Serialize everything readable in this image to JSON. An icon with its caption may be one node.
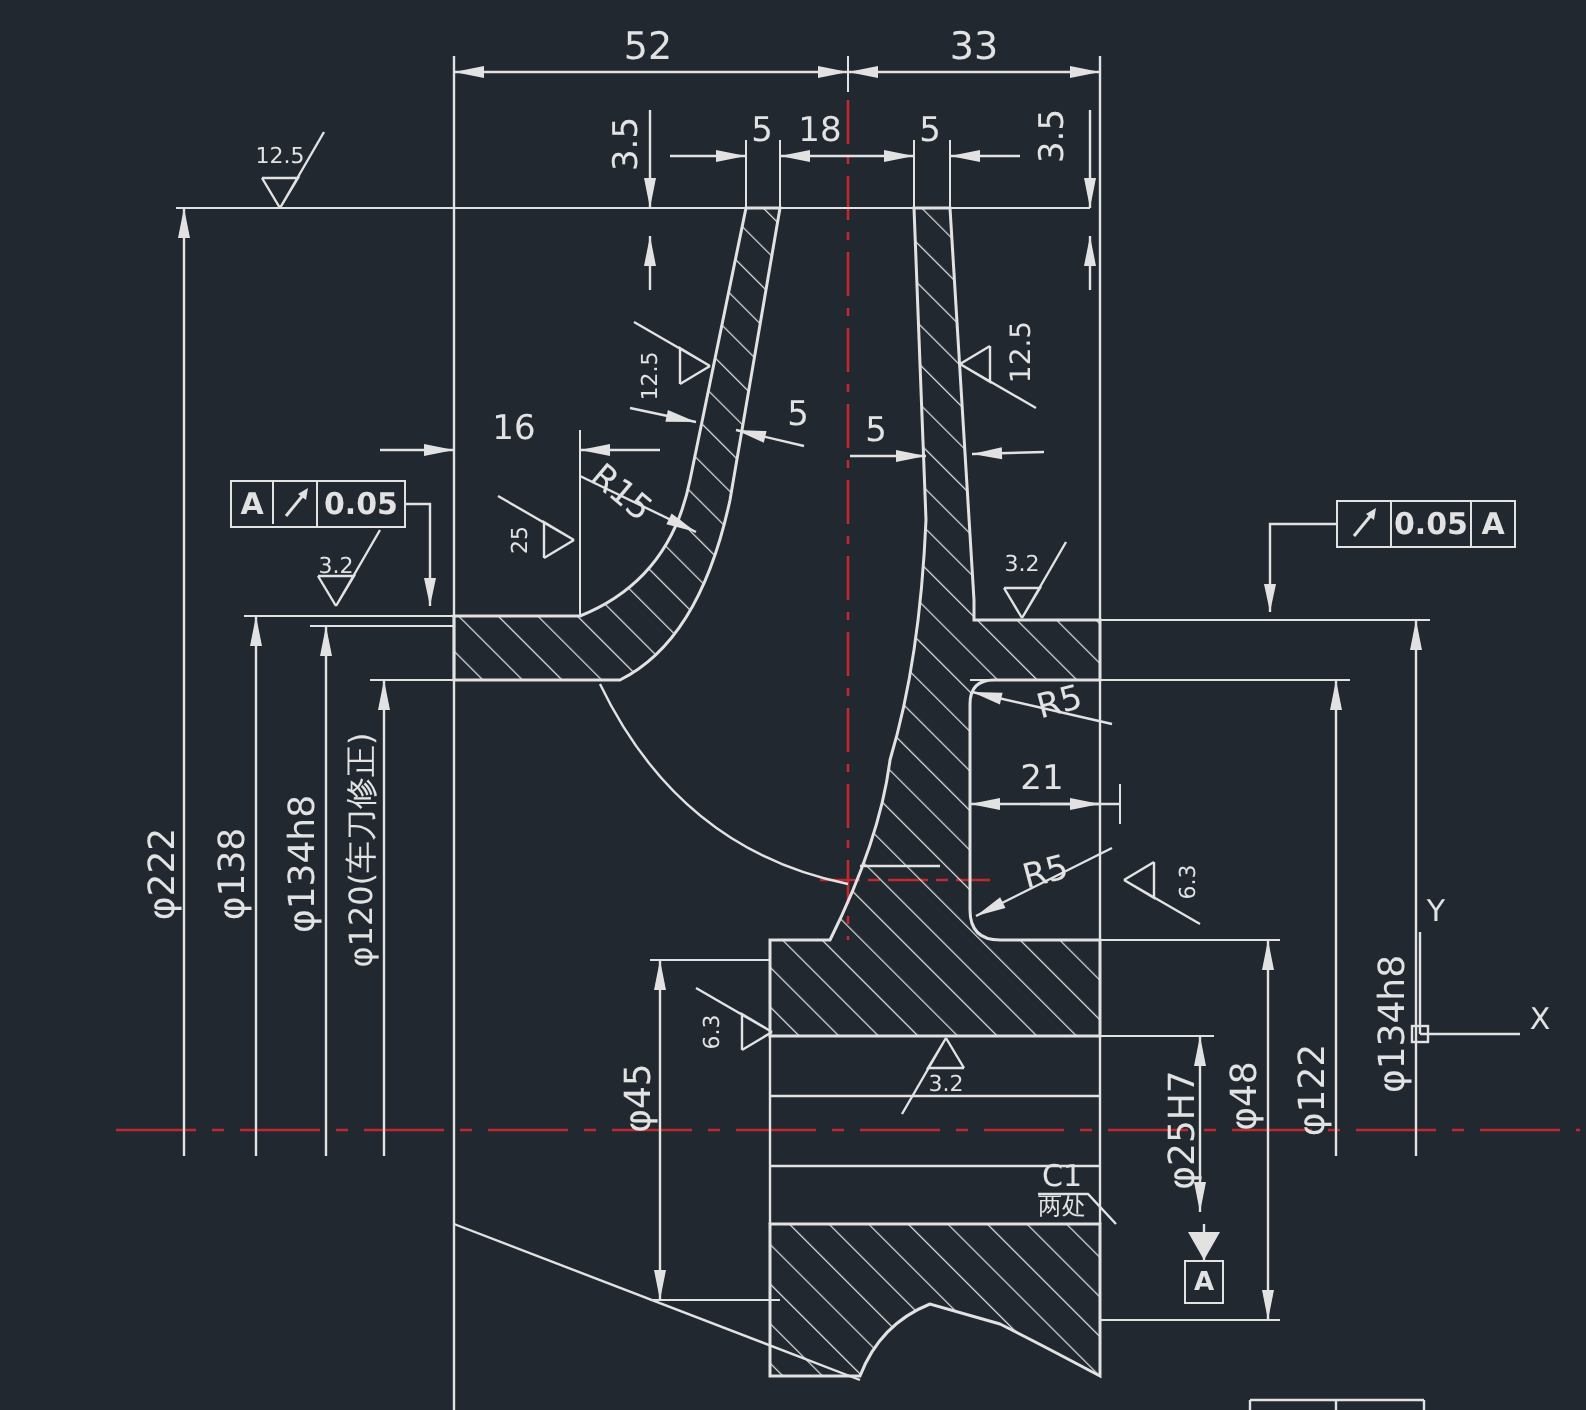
{
  "diagram": {
    "nodes": [
      {
        "text": [
          "A",
          "0.05"
        ]
      },
      {
        "text": [
          "0.05",
          "A"
        ]
      },
      {
        "text": [
          "A"
        ]
      },
      {
        "text": [
          "C1",
          "两处"
        ]
      }
    ],
    "edges": [
      {
        "from": 0,
        "to": null,
        "arrow": "to"
      },
      {
        "from": 1,
        "to": null,
        "arrow": "to"
      },
      {
        "from": null,
        "to": 2,
        "arrow": "to"
      },
      {
        "from": 3,
        "to": null,
        "arrow": "none"
      }
    ],
    "labels": [
      "52",
      "33",
      "3.5",
      "5",
      "18",
      "5",
      "3.5",
      "12.5",
      "12.5",
      "12.5",
      "5",
      "16",
      "5",
      "R15",
      "25",
      "3.2",
      "3.2",
      "R5",
      "21",
      "R5",
      "6.3",
      "Y",
      "φ222",
      "φ138",
      "φ134h8",
      "φ120(车刀修正)",
      "6.3",
      "X",
      "3.2",
      "φ45",
      "φ25H7",
      "φ48",
      "φ122",
      "φ134h8"
    ]
  }
}
